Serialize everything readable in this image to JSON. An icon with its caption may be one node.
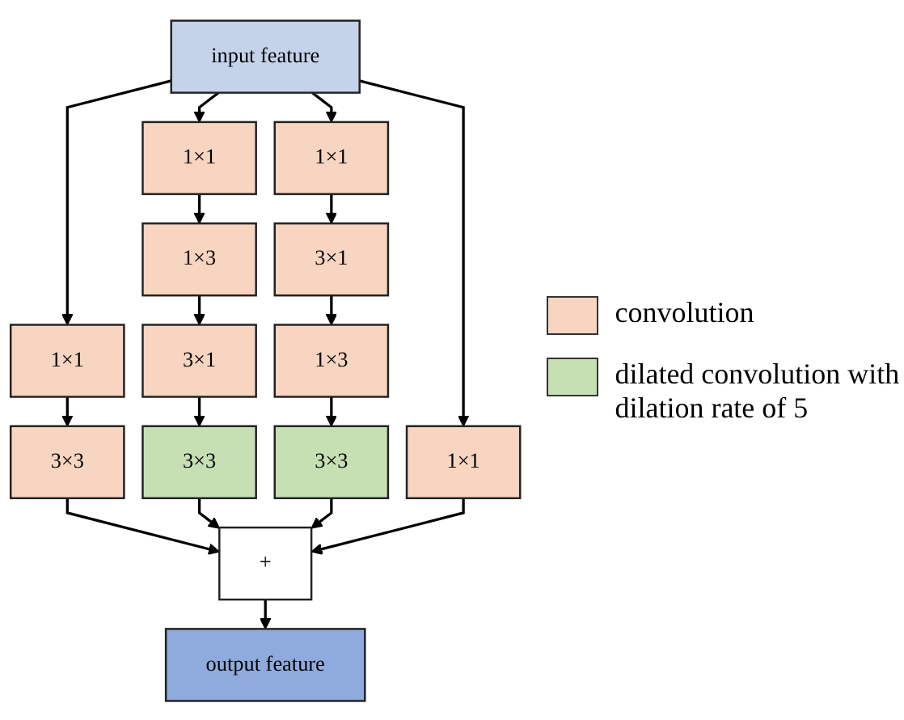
{
  "diagram": {
    "nodes": [
      {
        "text": [
          "input feature"
        ]
      },
      {
        "text": [
          "1×1"
        ]
      },
      {
        "text": [
          "1×1"
        ]
      },
      {
        "text": [
          "1×1"
        ]
      },
      {
        "text": [
          "1×1"
        ]
      },
      {
        "text": [
          "3×3"
        ]
      },
      {
        "text": [
          "1×3"
        ]
      },
      {
        "text": [
          "3×1"
        ]
      },
      {
        "text": [
          "3×1"
        ]
      },
      {
        "text": [
          "1×3"
        ]
      },
      {
        "text": [
          "3×3"
        ]
      },
      {
        "text": [
          "3×3"
        ]
      },
      {
        "text": [
          "+"
        ]
      },
      {
        "text": [
          "output feature"
        ]
      }
    ],
    "edges": [
      {
        "from": 0,
        "to": 1,
        "arrow": "to"
      },
      {
        "from": 0,
        "to": 2,
        "arrow": "to"
      },
      {
        "from": 0,
        "to": 3,
        "arrow": "to"
      },
      {
        "from": 0,
        "to": 4,
        "arrow": "to"
      },
      {
        "from": 1,
        "to": 5,
        "arrow": "to"
      },
      {
        "from": 2,
        "to": 6,
        "arrow": "to"
      },
      {
        "from": 6,
        "to": 8,
        "arrow": "to"
      },
      {
        "from": 8,
        "to": 10,
        "arrow": "to"
      },
      {
        "from": 3,
        "to": 7,
        "arrow": "to"
      },
      {
        "from": 7,
        "to": 9,
        "arrow": "to"
      },
      {
        "from": 9,
        "to": 11,
        "arrow": "to"
      },
      {
        "from": 5,
        "to": 12,
        "arrow": "to"
      },
      {
        "from": 10,
        "to": 12,
        "arrow": "to"
      },
      {
        "from": 11,
        "to": 12,
        "arrow": "to"
      },
      {
        "from": 4,
        "to": 12,
        "arrow": "to"
      },
      {
        "from": 12,
        "to": 13,
        "arrow": "to"
      }
    ],
    "legend": [
      {
        "text": "convolution",
        "color": "#f8d5c0"
      },
      {
        "text": "dilated convolution with dilation rate of 5",
        "color": "#c6e0b4"
      }
    ]
  }
}
